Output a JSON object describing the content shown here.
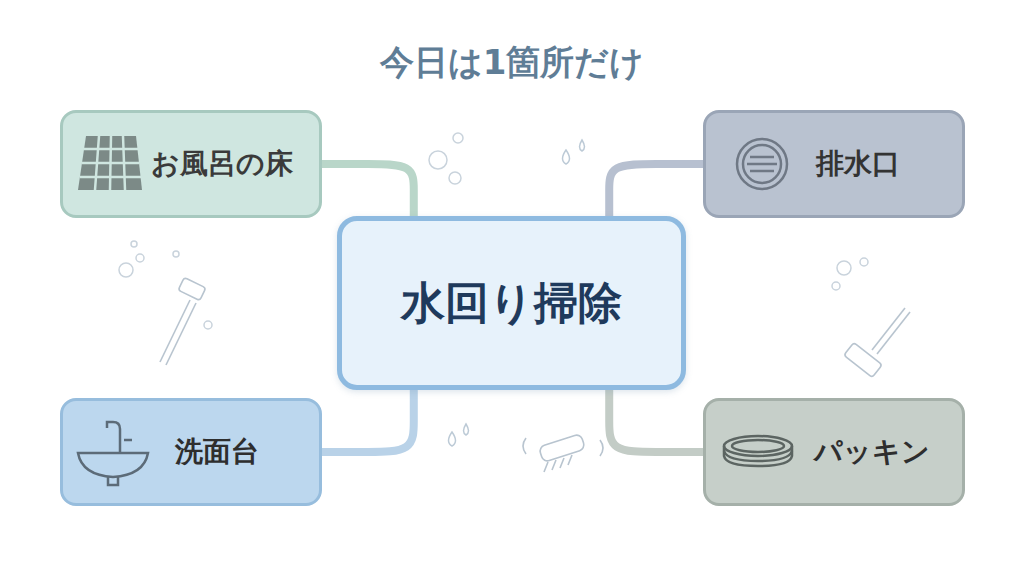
{
  "diagram": {
    "title": "今日は1箇所だけ",
    "nodes": [
      {
        "text": [
          "お風呂の床"
        ]
      },
      {
        "text": [
          "排水口"
        ]
      },
      {
        "text": [
          "水回り掃除"
        ]
      },
      {
        "text": [
          "洗面台"
        ]
      },
      {
        "text": [
          "パッキン"
        ]
      }
    ],
    "edges": [
      {
        "from": 2,
        "to": 0,
        "arrow": "none"
      },
      {
        "from": 2,
        "to": 1,
        "arrow": "none"
      },
      {
        "from": 2,
        "to": 3,
        "arrow": "none"
      },
      {
        "from": 2,
        "to": 4,
        "arrow": "none"
      }
    ]
  }
}
